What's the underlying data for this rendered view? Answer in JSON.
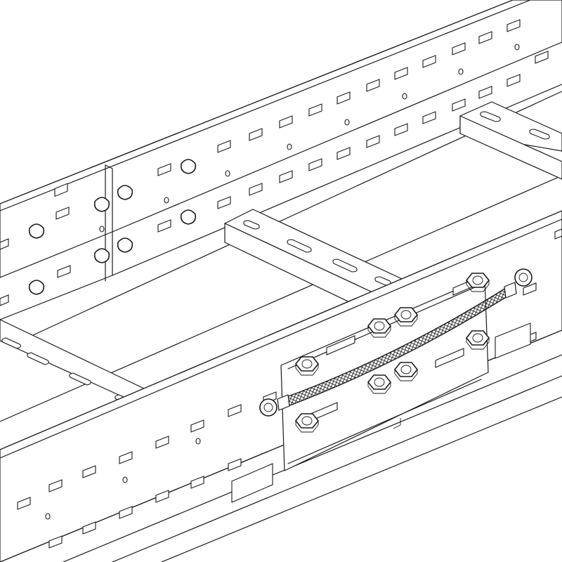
{
  "drawing": {
    "subject": "cable-ladder-straight-joint-with-earth-bonding-strap",
    "stroke_color": "#1a1a1a",
    "background": "#ffffff",
    "rung_count": 3,
    "splice_bolt_count": 8,
    "joint_connector_count": 6,
    "bonding_strap_count": 1
  }
}
